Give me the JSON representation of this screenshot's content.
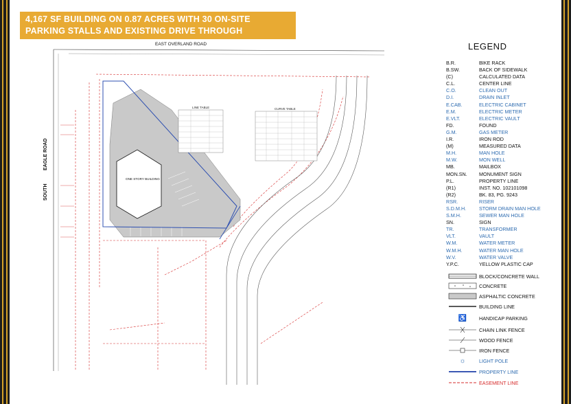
{
  "banner": {
    "line1": "4,167 SF BUILDING ON 0.87 ACRES WITH 30 ON-SITE",
    "line2": "PARKING STALLS AND EXISTING DRIVE THROUGH"
  },
  "plan": {
    "road_top": "EAST OVERLAND ROAD",
    "road_left_1": "SOUTH",
    "road_left_2": "EAGLE ROAD",
    "building_label": "ONE STORY BUILDING",
    "line_table_title": "LINE TABLE",
    "curve_table_title": "CURVE TABLE"
  },
  "legend": {
    "title": "LEGEND",
    "abbreviations": [
      {
        "key": "B.R.",
        "value": "BIKE RACK",
        "color": "black"
      },
      {
        "key": "B.SW.",
        "value": "BACK OF SIDEWALK",
        "color": "black"
      },
      {
        "key": "(C)",
        "value": "CALCULATED DATA",
        "color": "black"
      },
      {
        "key": "C.L.",
        "value": "CENTER LINE",
        "color": "black"
      },
      {
        "key": "C.O.",
        "value": "CLEAN OUT",
        "color": "blue"
      },
      {
        "key": "D.I.",
        "value": "DRAIN INLET",
        "color": "blue"
      },
      {
        "key": "E.CAB.",
        "value": "ELECTRIC CABINET",
        "color": "blue"
      },
      {
        "key": "E.M.",
        "value": "ELECTRIC METER",
        "color": "blue"
      },
      {
        "key": "E.VLT.",
        "value": "ELECTRIC VAULT",
        "color": "blue"
      },
      {
        "key": "FD.",
        "value": "FOUND",
        "color": "black"
      },
      {
        "key": "G.M.",
        "value": "GAS METER",
        "color": "blue"
      },
      {
        "key": "I.R.",
        "value": "IRON ROD",
        "color": "black"
      },
      {
        "key": "(M)",
        "value": "MEASURED DATA",
        "color": "black"
      },
      {
        "key": "M.H.",
        "value": "MAN HOLE",
        "color": "blue"
      },
      {
        "key": "M.W.",
        "value": "MON WELL",
        "color": "blue"
      },
      {
        "key": "MB.",
        "value": "MAILBOX",
        "color": "black"
      },
      {
        "key": "MON.SN.",
        "value": "MONUMENT SIGN",
        "color": "black"
      },
      {
        "key": "P.L.",
        "value": "PROPERTY LINE",
        "color": "black"
      },
      {
        "key": "(R1)",
        "value": "INST. NO. 102101098",
        "color": "black"
      },
      {
        "key": "(R2)",
        "value": "BK. 83, PG. 9243",
        "color": "black"
      },
      {
        "key": "RSR.",
        "value": "RISER",
        "color": "blue"
      },
      {
        "key": "S.D.M.H.",
        "value": "STORM DRAIN MAN HOLE",
        "color": "blue"
      },
      {
        "key": "S.M.H.",
        "value": "SEWER MAN HOLE",
        "color": "blue"
      },
      {
        "key": "SN.",
        "value": "SIGN",
        "color": "black"
      },
      {
        "key": "TR.",
        "value": "TRANSFORMER",
        "color": "blue"
      },
      {
        "key": "VLT.",
        "value": "VAULT",
        "color": "blue"
      },
      {
        "key": "W.M.",
        "value": "WATER METER",
        "color": "blue"
      },
      {
        "key": "W.M.H.",
        "value": "WATER MAN HOLE",
        "color": "blue"
      },
      {
        "key": "W.V.",
        "value": "WATER VALVE",
        "color": "blue"
      },
      {
        "key": "Y.P.C.",
        "value": "YELLOW PLASTIC CAP",
        "color": "black"
      }
    ],
    "symbols": {
      "block_wall": "BLOCK/CONCRETE WALL",
      "concrete": "CONCRETE",
      "asphalt": "ASPHALTIC CONCRETE",
      "building_line": "BUILDING LINE",
      "handicap": "HANDICAP PARKING",
      "chain_link": "CHAIN LINK FENCE",
      "wood_fence": "WOOD FENCE",
      "iron_fence": "IRON FENCE",
      "light_pole": "LIGHT POLE",
      "property_line": "PROPERTY LINE",
      "easement_line": "EASEMENT LINE"
    },
    "colors": {
      "blue": "#2d6bb0",
      "red": "#d62b2b",
      "banner": "#e8aa33"
    }
  }
}
